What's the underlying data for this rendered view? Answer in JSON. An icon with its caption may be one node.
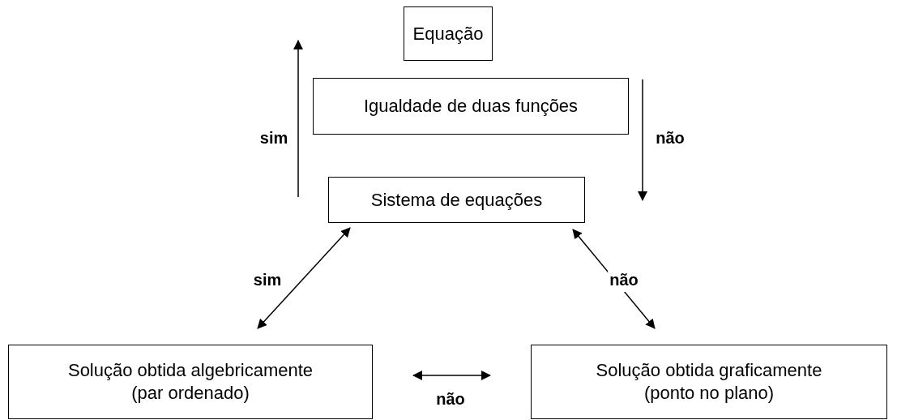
{
  "diagram": {
    "nodes": [
      {
        "text": [
          "Equação"
        ]
      },
      {
        "text": [
          "Igualdade de duas funções"
        ]
      },
      {
        "text": [
          "Sistema de equações"
        ]
      },
      {
        "text": [
          "Solução obtida algebricamente (par ordenado)"
        ]
      },
      {
        "text": [
          "Solução obtida graficamente (ponto no plano)"
        ]
      }
    ],
    "edges": [
      {
        "from": 2,
        "to": 3,
        "arrow": "both",
        "label": "sim"
      },
      {
        "from": 2,
        "to": 4,
        "arrow": "both",
        "label": "não"
      },
      {
        "from": 3,
        "to": 4,
        "arrow": "both",
        "label": "não"
      }
    ],
    "labels": [
      "sim",
      "não"
    ]
  }
}
